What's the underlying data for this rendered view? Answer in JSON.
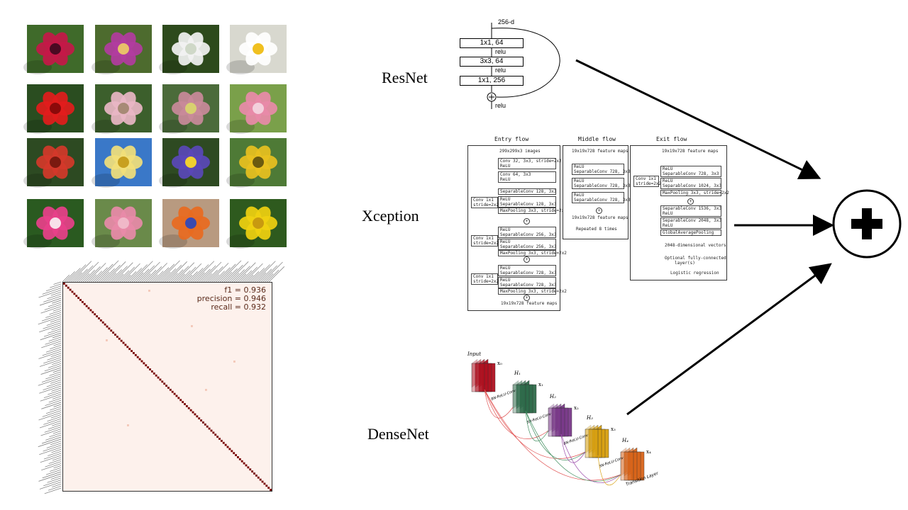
{
  "photos": [
    {
      "name": "flower-photo-1",
      "bg": "#3f6a2a",
      "petal": "#c41848",
      "center": "#4a0a22"
    },
    {
      "name": "flower-photo-2",
      "bg": "#4d6b2e",
      "petal": "#b23ca0",
      "center": "#e8c06a"
    },
    {
      "name": "flower-photo-3",
      "bg": "#2d4a1c",
      "petal": "#f2f2f2",
      "center": "#cfd8c8"
    },
    {
      "name": "flower-photo-4",
      "bg": "#d8d8cf",
      "petal": "#ffffff",
      "center": "#f0c020"
    },
    {
      "name": "flower-photo-5",
      "bg": "#2a4d20",
      "petal": "#e21c1c",
      "center": "#8b0a0a"
    },
    {
      "name": "flower-photo-6",
      "bg": "#3c5f2c",
      "petal": "#e9b6c4",
      "center": "#a78a76"
    },
    {
      "name": "flower-photo-7",
      "bg": "#4b6b3a",
      "petal": "#c98a9a",
      "center": "#d8d070"
    },
    {
      "name": "flower-photo-8",
      "bg": "#7aa04a",
      "petal": "#e88aa8",
      "center": "#f3d0dc"
    },
    {
      "name": "flower-photo-9",
      "bg": "#2d4a22",
      "petal": "#d4382a",
      "center": "#7a1a10"
    },
    {
      "name": "flower-photo-10",
      "bg": "#3a78c8",
      "petal": "#f2e07a",
      "center": "#c8a020"
    },
    {
      "name": "flower-photo-11",
      "bg": "#2e4a22",
      "petal": "#5a48b8",
      "center": "#f0d030"
    },
    {
      "name": "flower-photo-12",
      "bg": "#4e7a36",
      "petal": "#e8c020",
      "center": "#6a5a10"
    },
    {
      "name": "flower-photo-13",
      "bg": "#2a5a20",
      "petal": "#e8408a",
      "center": "#f8e0ea"
    },
    {
      "name": "flower-photo-14",
      "bg": "#6a8a4a",
      "petal": "#e88aa8",
      "center": "#f0b8c8"
    },
    {
      "name": "flower-photo-15",
      "bg": "#b89a80",
      "petal": "#e86a20",
      "center": "#3a4ab0"
    },
    {
      "name": "flower-photo-16",
      "bg": "#2e5a1e",
      "petal": "#f0d010",
      "center": "#c89a10"
    }
  ],
  "confusion_matrix": {
    "metrics": [
      "f1 = 0.936",
      "precision = 0.946",
      "recall = 0.932"
    ],
    "diagonal_color": "#7a0a0a",
    "background_color": "#fdf1ec"
  },
  "models": {
    "resnet": "ResNet",
    "xception": "Xception",
    "densenet": "DenseNet"
  },
  "resnet_block": {
    "input": "256-d",
    "layers": [
      "1x1, 64",
      "3x3, 64",
      "1x1, 256"
    ],
    "relu": "relu"
  },
  "xception": {
    "entry": {
      "title": "Entry flow",
      "input": "299x299x3 images",
      "layers": [
        "Conv 32, 3x3, stride=2x2",
        "ReLU",
        "Conv 64, 3x3",
        "ReLU",
        "SeparableConv 128, 3x3",
        "ReLU",
        "SeparableConv 128, 3x3",
        "MaxPooling 3x3, stride=2x2",
        "ReLU",
        "SeparableConv 256, 3x3",
        "ReLU",
        "SeparableConv 256, 3x3",
        "MaxPooling 3x3, stride=2x2",
        "ReLU",
        "SeparableConv 728, 3x3",
        "ReLU",
        "SeparableConv 728, 3x3",
        "MaxPooling 3x3, stride=2x2"
      ],
      "skip": "Conv 1x1\nstride=2x2",
      "output": "19x19x728 feature maps"
    },
    "middle": {
      "title": "Middle flow",
      "input": "19x19x728 feature maps",
      "layers": [
        "ReLU",
        "SeparableConv 728, 3x3",
        "ReLU",
        "SeparableConv 728, 3x3",
        "ReLU",
        "SeparableConv 728, 3x3"
      ],
      "output": "19x19x728 feature maps",
      "repeat": "Repeated 8 times"
    },
    "exit": {
      "title": "Exit flow",
      "input": "19x19x728 feature maps",
      "layers": [
        "ReLU",
        "SeparableConv 728, 3x3",
        "ReLU",
        "SeparableConv 1024, 3x3",
        "MaxPooling 3x3, stride=2x2",
        "SeparableConv 1536, 3x3",
        "ReLU",
        "SeparableConv 2048, 3x3",
        "ReLU",
        "GlobalAveragePooling"
      ],
      "skip": "Conv 1x1\nstride=2x2",
      "vector": "2048-dimensional vectors",
      "optional": "Optional fully-connected\nlayer(s)",
      "final": "Logistic regression"
    }
  },
  "densenet": {
    "input_label": "Input",
    "x_labels": [
      "x₀",
      "x₁",
      "x₂",
      "x₃",
      "x₄"
    ],
    "h_labels": [
      "H₁",
      "H₂",
      "H₃",
      "H₄"
    ],
    "conv_label": "BN-ReLU-Conv",
    "transition": "Transition Layer",
    "colors": [
      "#b01020",
      "#2e6b4a",
      "#7a3a8a",
      "#d8a010",
      "#d8641a"
    ]
  },
  "combine_symbol": "✚"
}
